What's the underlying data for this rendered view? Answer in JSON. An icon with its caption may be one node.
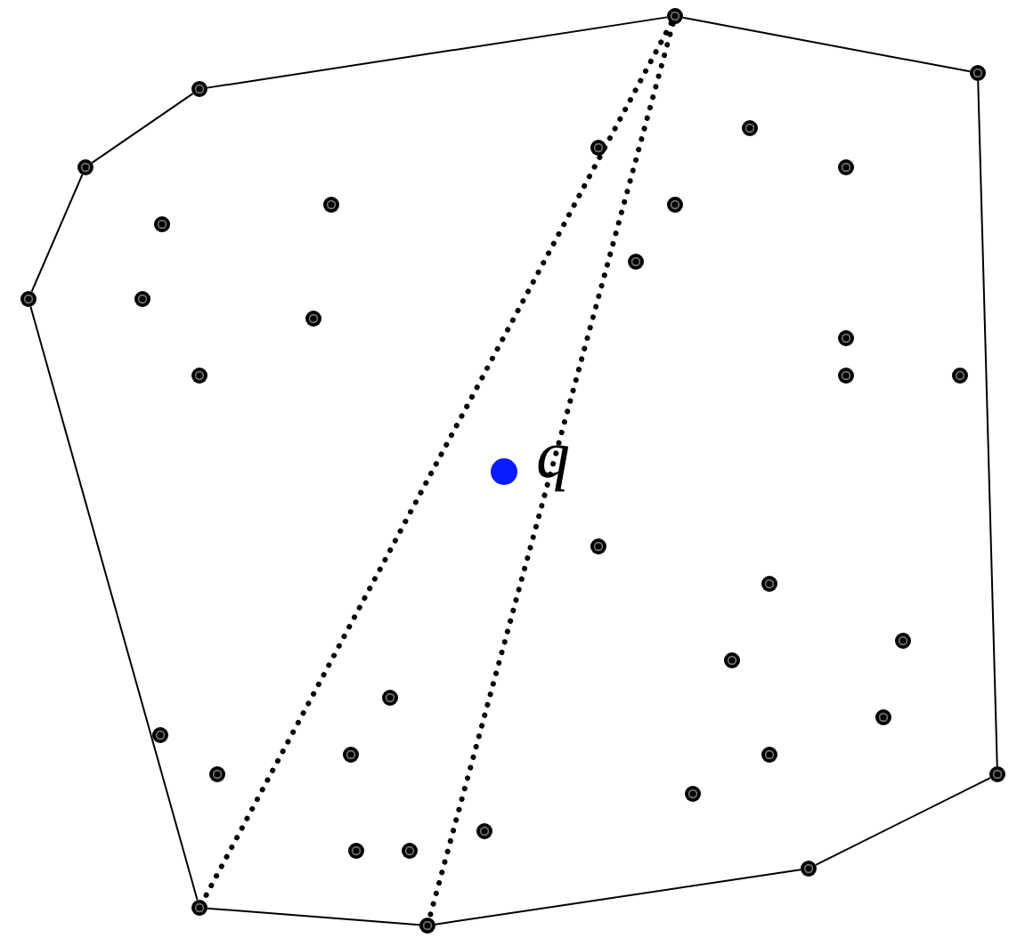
{
  "diagram": {
    "nodes": [
      {
        "text": [],
        "shape": "circle"
      },
      {
        "text": [],
        "shape": "circle"
      },
      {
        "text": [],
        "shape": "circle"
      },
      {
        "text": [],
        "shape": "circle"
      },
      {
        "text": [],
        "shape": "circle"
      },
      {
        "text": [],
        "shape": "circle"
      },
      {
        "text": [],
        "shape": "circle"
      },
      {
        "text": [],
        "shape": "circle"
      },
      {
        "text": [],
        "shape": "circle"
      },
      {
        "text": [],
        "shape": "circle"
      },
      {
        "text": [],
        "shape": "circle"
      },
      {
        "text": [],
        "shape": "circle"
      },
      {
        "text": [],
        "shape": "circle"
      },
      {
        "text": [],
        "shape": "circle"
      },
      {
        "text": [],
        "shape": "circle"
      },
      {
        "text": [],
        "shape": "circle"
      },
      {
        "text": [],
        "shape": "circle"
      },
      {
        "text": [],
        "shape": "circle"
      },
      {
        "text": [],
        "shape": "circle"
      },
      {
        "text": [],
        "shape": "circle"
      },
      {
        "text": [],
        "shape": "circle"
      },
      {
        "text": [],
        "shape": "circle"
      },
      {
        "text": [],
        "shape": "circle"
      },
      {
        "text": [],
        "shape": "circle"
      },
      {
        "text": [],
        "shape": "circle"
      },
      {
        "text": [],
        "shape": "circle"
      },
      {
        "text": [],
        "shape": "circle"
      },
      {
        "text": [],
        "shape": "circle"
      },
      {
        "text": [],
        "shape": "circle"
      },
      {
        "text": [],
        "shape": "circle"
      },
      {
        "text": [],
        "shape": "circle"
      },
      {
        "text": [],
        "shape": "circle"
      },
      {
        "text": [],
        "shape": "circle"
      },
      {
        "text": [],
        "shape": "circle"
      },
      {
        "text": [],
        "shape": "circle"
      },
      {
        "text": [],
        "shape": "circle"
      },
      {
        "text": [],
        "shape": "circle",
        "beside": [
          "q"
        ]
      }
    ],
    "edges": [
      {
        "from": 0,
        "to": 1,
        "arrow": "none"
      },
      {
        "from": 1,
        "to": 2,
        "arrow": "none"
      },
      {
        "from": 2,
        "to": 3,
        "arrow": "none"
      },
      {
        "from": 3,
        "to": 4,
        "arrow": "none"
      },
      {
        "from": 4,
        "to": 5,
        "arrow": "none"
      },
      {
        "from": 5,
        "to": 6,
        "arrow": "none"
      },
      {
        "from": 6,
        "to": 7,
        "arrow": "none"
      },
      {
        "from": 7,
        "to": 8,
        "arrow": "none"
      },
      {
        "from": 8,
        "to": 0,
        "arrow": "none"
      },
      {
        "from": 0,
        "to": 5,
        "arrow": "none",
        "style": "dashed"
      },
      {
        "from": 0,
        "to": 4,
        "arrow": "none",
        "style": "dashed"
      }
    ]
  }
}
